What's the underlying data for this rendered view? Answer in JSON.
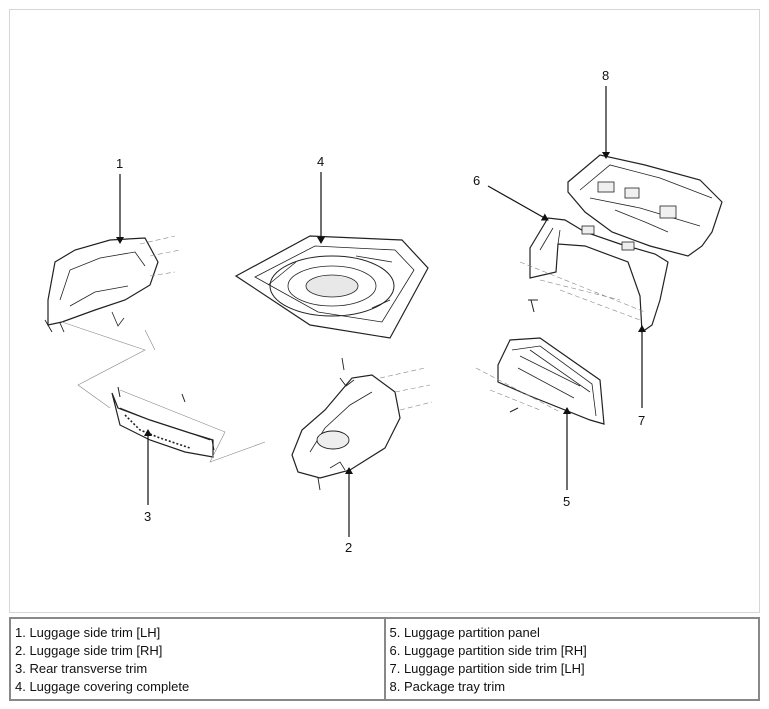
{
  "callouts": [
    "1",
    "2",
    "3",
    "4",
    "5",
    "6",
    "7",
    "8"
  ],
  "legend": {
    "left": [
      "1. Luggage side trim [LH]",
      "2. Luggage side trim [RH]",
      "3. Rear transverse trim",
      "4. Luggage covering complete"
    ],
    "right": [
      "5. Luggage partition panel",
      "6. Luggage partition side trim [RH]",
      "7. Luggage partition side trim [LH]",
      "8. Package tray trim"
    ]
  }
}
